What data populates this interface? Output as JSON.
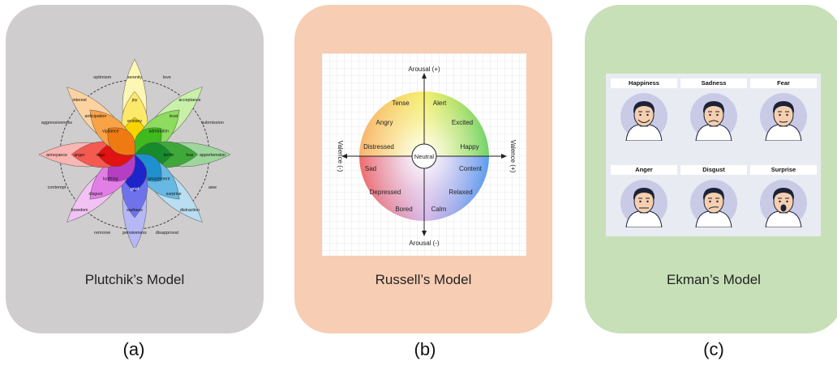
{
  "panels": {
    "plutchik": {
      "title": "Plutchik’s Model",
      "letter": "(a)",
      "petals": [
        {
          "outer": "serenity",
          "middle": "joy",
          "inner": "ecstasy",
          "colors": [
            "#fdf6b4",
            "#fce96a",
            "#f8d400"
          ]
        },
        {
          "outer": "acceptance",
          "middle": "trust",
          "inner": "admiration",
          "colors": [
            "#c9f0a8",
            "#8ddb5f",
            "#3eba1e"
          ]
        },
        {
          "outer": "apprehension",
          "middle": "fear",
          "inner": "terror",
          "colors": [
            "#9fd69d",
            "#3fa83a",
            "#178a2c"
          ]
        },
        {
          "outer": "distraction",
          "middle": "surprise",
          "inner": "amazement",
          "colors": [
            "#b9def2",
            "#67b9e4",
            "#1f90cf"
          ]
        },
        {
          "outer": "pensiveness",
          "middle": "sadness",
          "inner": "grief",
          "colors": [
            "#b6b8f5",
            "#6e73ec",
            "#1d24c9"
          ]
        },
        {
          "outer": "boredom",
          "middle": "disgust",
          "inner": "loathing",
          "colors": [
            "#f3c2f4",
            "#e27fe6",
            "#b63ec4"
          ]
        },
        {
          "outer": "annoyance",
          "middle": "anger",
          "inner": "rage",
          "colors": [
            "#f9b6b3",
            "#f45a50",
            "#e01212"
          ]
        },
        {
          "outer": "interest",
          "middle": "anticipation",
          "inner": "vigilance",
          "colors": [
            "#fcd3a0",
            "#f9a347",
            "#f07a12"
          ]
        }
      ],
      "dyads": [
        "love",
        "submission",
        "awe",
        "disapproval",
        "remorse",
        "contempt",
        "aggressiveness",
        "optimism"
      ]
    },
    "russell": {
      "title": "Russell’s Model",
      "letter": "(b)",
      "axis_top": "Arousal (+)",
      "axis_bottom": "Arousal (-)",
      "axis_left": "Valence (-)",
      "axis_right": "Valence (+)",
      "center": "Neutral",
      "emotions": [
        "Tense",
        "Alert",
        "Angry",
        "Excited",
        "Distressed",
        "Happy",
        "Sad",
        "Content",
        "Depressed",
        "Relaxed",
        "Bored",
        "Calm"
      ]
    },
    "ekman": {
      "title": "Ekman’s Model",
      "letter": "(c)",
      "faces": [
        "Happiness",
        "Sadness",
        "Fear",
        "Anger",
        "Disgust",
        "Surprise"
      ]
    }
  }
}
